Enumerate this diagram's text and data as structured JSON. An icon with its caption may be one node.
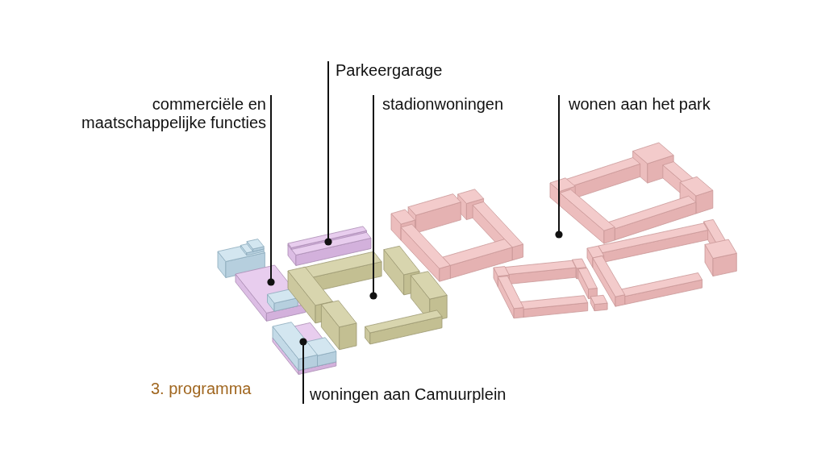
{
  "diagram": {
    "caption": "3. programma",
    "nodes": [
      {
        "text": [
          "Parkeergarage"
        ]
      },
      {
        "text": [
          "commerciële en maatschappelijke functies"
        ]
      },
      {
        "text": [
          "stadionwoningen"
        ]
      },
      {
        "text": [
          "wonen aan het park"
        ]
      },
      {
        "text": [
          "woningen aan Camuurplein"
        ]
      },
      {
        "text": [],
        "shape": "picture"
      },
      {
        "text": [],
        "shape": "picture"
      },
      {
        "text": [],
        "shape": "picture"
      },
      {
        "text": [],
        "shape": "picture"
      },
      {
        "text": [],
        "shape": "picture"
      }
    ],
    "edges": [
      {
        "from": 0,
        "to": 5,
        "arrow": "other"
      },
      {
        "from": 1,
        "to": 6,
        "arrow": "other"
      },
      {
        "from": 2,
        "to": 7,
        "arrow": "other"
      },
      {
        "from": 3,
        "to": 8,
        "arrow": "other"
      },
      {
        "from": 4,
        "to": 9,
        "arrow": "other"
      }
    ]
  }
}
